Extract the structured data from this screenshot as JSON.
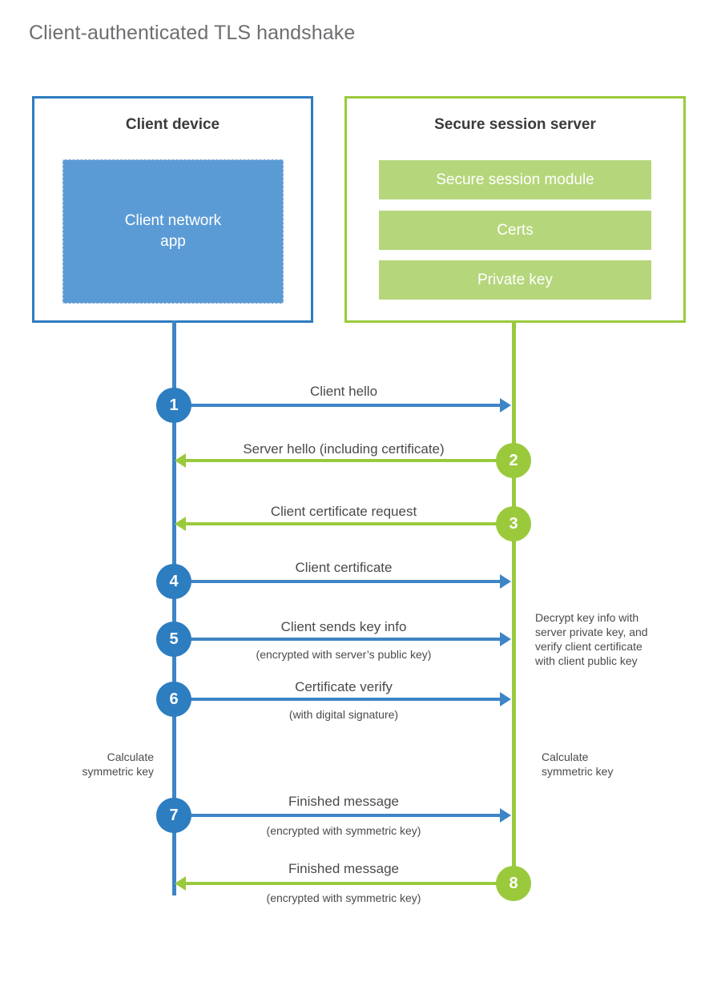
{
  "title": "Client-authenticated TLS handshake",
  "colors": {
    "client_blue": "#2e7cc0",
    "client_line_blue": "#3d85c6",
    "client_app_fill": "#5b9bd5",
    "server_green": "#9aca3c",
    "server_bar_fill": "#b5d67b",
    "title_gray": "#6d6e71",
    "text_gray": "#4a4a4a"
  },
  "client": {
    "title": "Client device",
    "app_label": "Client network\napp"
  },
  "server": {
    "title": "Secure session server",
    "bars": [
      {
        "label": "Secure session module"
      },
      {
        "label": "Certs"
      },
      {
        "label": "Private key"
      }
    ]
  },
  "notes": {
    "server_decrypt": "Decrypt key info with\nserver private key, and\nverify client certificate\nwith client public key",
    "client_calculate": "Calculate\nsymmetric key",
    "server_calculate": "Calculate\nsymmetric key"
  },
  "messages": [
    {
      "number": "1",
      "label": "Client hello",
      "sublabel": "",
      "direction": "client-to-server",
      "color": "blue"
    },
    {
      "number": "2",
      "label": "Server hello (including certificate)",
      "sublabel": "",
      "direction": "server-to-client",
      "color": "green"
    },
    {
      "number": "3",
      "label": "Client certificate request",
      "sublabel": "",
      "direction": "server-to-client",
      "color": "green"
    },
    {
      "number": "4",
      "label": "Client certificate",
      "sublabel": "",
      "direction": "client-to-server",
      "color": "blue"
    },
    {
      "number": "5",
      "label": "Client sends key info",
      "sublabel": "(encrypted with server’s public key)",
      "direction": "client-to-server",
      "color": "blue"
    },
    {
      "number": "6",
      "label": "Certificate verify",
      "sublabel": "(with digital signature)",
      "direction": "client-to-server",
      "color": "blue"
    },
    {
      "number": "7",
      "label": "Finished message",
      "sublabel": "(encrypted with symmetric key)",
      "direction": "client-to-server",
      "color": "blue"
    },
    {
      "number": "8",
      "label": "Finished message",
      "sublabel": "(encrypted with symmetric key)",
      "direction": "server-to-client",
      "color": "green"
    }
  ],
  "chart_data": {
    "type": "diagram",
    "diagram_type": "sequence",
    "title": "Client-authenticated TLS handshake",
    "participants": [
      "Client device",
      "Secure session server"
    ],
    "steps": [
      {
        "n": 1,
        "from": "Client device",
        "to": "Secure session server",
        "text": "Client hello"
      },
      {
        "n": 2,
        "from": "Secure session server",
        "to": "Client device",
        "text": "Server hello (including certificate)"
      },
      {
        "n": 3,
        "from": "Secure session server",
        "to": "Client device",
        "text": "Client certificate request"
      },
      {
        "n": 4,
        "from": "Client device",
        "to": "Secure session server",
        "text": "Client certificate"
      },
      {
        "n": 5,
        "from": "Client device",
        "to": "Secure session server",
        "text": "Client sends key info",
        "note": "(encrypted with server’s public key)"
      },
      {
        "n": 6,
        "from": "Client device",
        "to": "Secure session server",
        "text": "Certificate verify",
        "note": "(with digital signature)"
      },
      {
        "n": 7,
        "from": "Client device",
        "to": "Secure session server",
        "text": "Finished message",
        "note": "(encrypted with symmetric key)"
      },
      {
        "n": 8,
        "from": "Secure session server",
        "to": "Client device",
        "text": "Finished message",
        "note": "(encrypted with symmetric key)"
      }
    ]
  }
}
